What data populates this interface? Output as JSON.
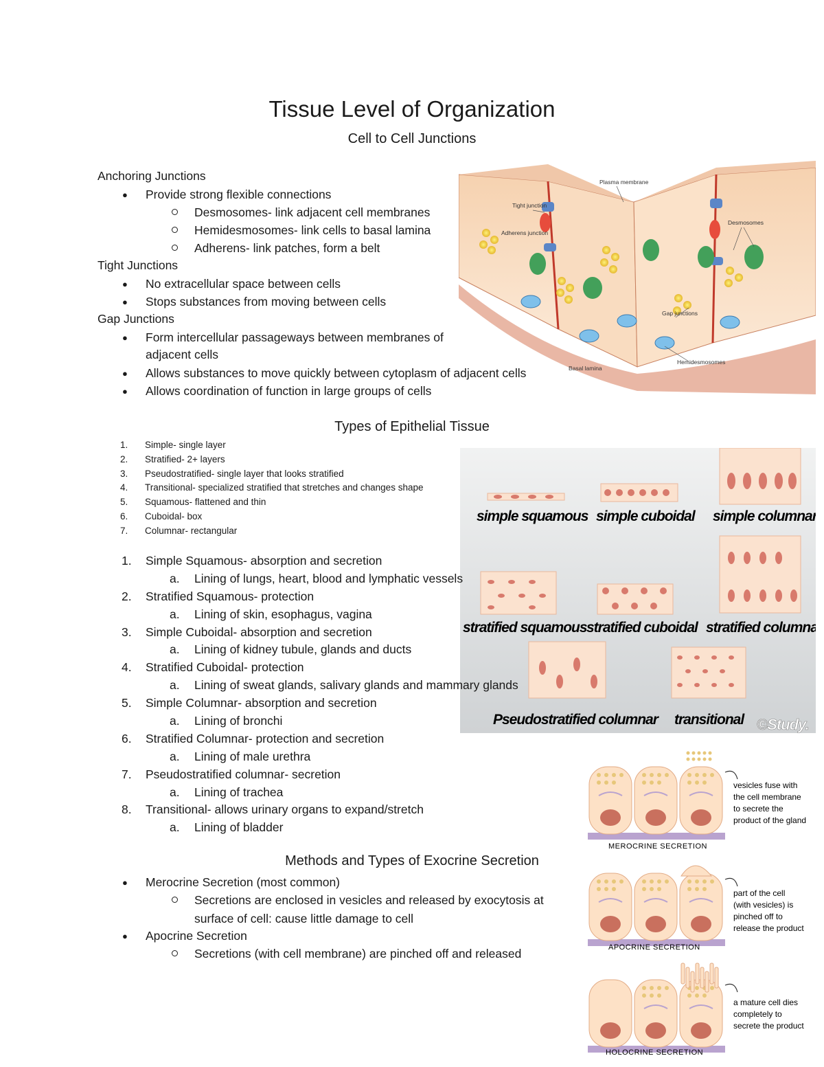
{
  "title": "Tissue Level of Organization",
  "subtitle_junctions": "Cell to Cell Junctions",
  "anchoring": {
    "heading": "Anchoring Junctions",
    "b1": "Provide strong flexible connections",
    "s1": "Desmosomes- link adjacent cell membranes",
    "s2": "Hemidesmosomes- link cells to basal lamina",
    "s3": "Adherens- link patches, form a belt"
  },
  "tight": {
    "heading": "Tight Junctions",
    "b1": "No extracellular space between cells",
    "b2": "Stops substances from moving between cells"
  },
  "gap": {
    "heading": "Gap Junctions",
    "b1a": "Form intercellular passageways between membranes of",
    "b1b": "adjacent cells",
    "b2": "Allows substances to move quickly between cytoplasm of adjacent cells",
    "b3": "Allows coordination of function in large groups of cells"
  },
  "junction_figure": {
    "plasma_membrane": "Plasma membrane",
    "tight_junction": "Tight junction",
    "adherens_junction": "Adherens junction",
    "desmosomes": "Desmosomes",
    "gap_junctions": "Gap junctions",
    "hemidesmosomes": "Hemidesmosomes",
    "basal_lamina": "Basal lamina"
  },
  "epithelial_heading": "Types of Epithelial Tissue",
  "types_list": [
    "Simple- single layer",
    "Stratified- 2+ layers",
    "Pseudostratified- single layer that looks stratified",
    "Transitional- specialized stratified that stretches and changes shape",
    "Squamous- flattened and thin",
    "Cuboidal- box",
    "Columnar- rectangular"
  ],
  "functions": [
    {
      "n": "1.",
      "text": "Simple Squamous- absorption and secretion",
      "sub": "Lining of lungs, heart, blood and lymphatic vessels"
    },
    {
      "n": "2.",
      "text": "Stratified Squamous- protection",
      "sub": "Lining of skin, esophagus, vagina"
    },
    {
      "n": "3.",
      "text": "Simple Cuboidal- absorption and secretion",
      "sub": "Lining of kidney tubule, glands and ducts"
    },
    {
      "n": "4.",
      "text": "Stratified Cuboidal- protection",
      "sub": "Lining of sweat glands, salivary glands and mammary glands"
    },
    {
      "n": "5.",
      "text": "Simple Columnar- absorption and secretion",
      "sub": "Lining of bronchi"
    },
    {
      "n": "6.",
      "text": "Stratified Columnar- protection and secretion",
      "sub": "Lining of male urethra"
    },
    {
      "n": "7.",
      "text": "Pseudostratified columnar- secretion",
      "sub": "Lining of trachea"
    },
    {
      "n": "8.",
      "text": "Transitional- allows urinary organs to expand/stretch",
      "sub": "Lining of bladder"
    }
  ],
  "epithelial_figure": {
    "simple_squamous": "simple squamous",
    "simple_cuboidal": "simple cuboidal",
    "simple_columnar": "simple columnar",
    "stratified_squamous": "stratified squamous",
    "stratified_cuboidal": "stratified cuboidal",
    "stratified_columnar": "stratified columnar",
    "pseudostratified": "Pseudostratified columnar",
    "transitional": "transitional",
    "watermark": "©Study."
  },
  "exocrine_heading": "Methods and Types of Exocrine Secretion",
  "exocrine": {
    "b1": "Merocrine Secretion (most common)",
    "b1s1a": "Secretions are enclosed in vesicles and released by exocytosis at",
    "b1s1b": "surface of cell: cause little damage to cell",
    "b2": "Apocrine Secretion",
    "b2s1": "Secretions (with cell membrane) are pinched off and released"
  },
  "secretion_figure": {
    "merocrine_label": "MEROCRINE SECRETION",
    "merocrine_note": [
      "vesicles fuse with",
      "the cell membrane",
      "to secrete the",
      "product of the gland"
    ],
    "apocrine_label": "APOCRINE SECRETION",
    "apocrine_note": [
      "part of the cell",
      "(with vesicles) is",
      "pinched off to",
      "release the product"
    ],
    "holocrine_label": "HOLOCRINE SECRETION",
    "holocrine_note": [
      "a mature cell dies",
      "completely to",
      "secrete the product"
    ]
  }
}
